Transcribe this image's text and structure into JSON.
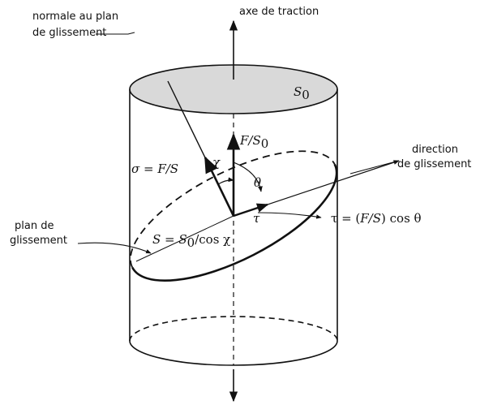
{
  "labels": {
    "axis": "axe de traction",
    "normal_line1": "normale au plan",
    "normal_line2": "de glissement",
    "direction_line1": "direction",
    "direction_line2": "de glissement",
    "plane_line1": "plan de",
    "plane_line2": "glissement"
  },
  "math": {
    "top_area": "S",
    "top_area_sub": "0",
    "force_over_area_num": "F/S",
    "force_over_area_sub": "0",
    "sigma": "σ = F/S",
    "chi": "χ",
    "theta": "θ",
    "tau": "τ",
    "tau_eq_prefix": "τ = (",
    "tau_eq_fs": "F/S",
    "tau_eq_suffix": ") cos θ",
    "area_eq_prefix": "S = S",
    "area_eq_sub": "0",
    "area_eq_suffix": "/cos χ"
  },
  "colors": {
    "top_face": "#d9d9d9",
    "ink": "#111111"
  }
}
